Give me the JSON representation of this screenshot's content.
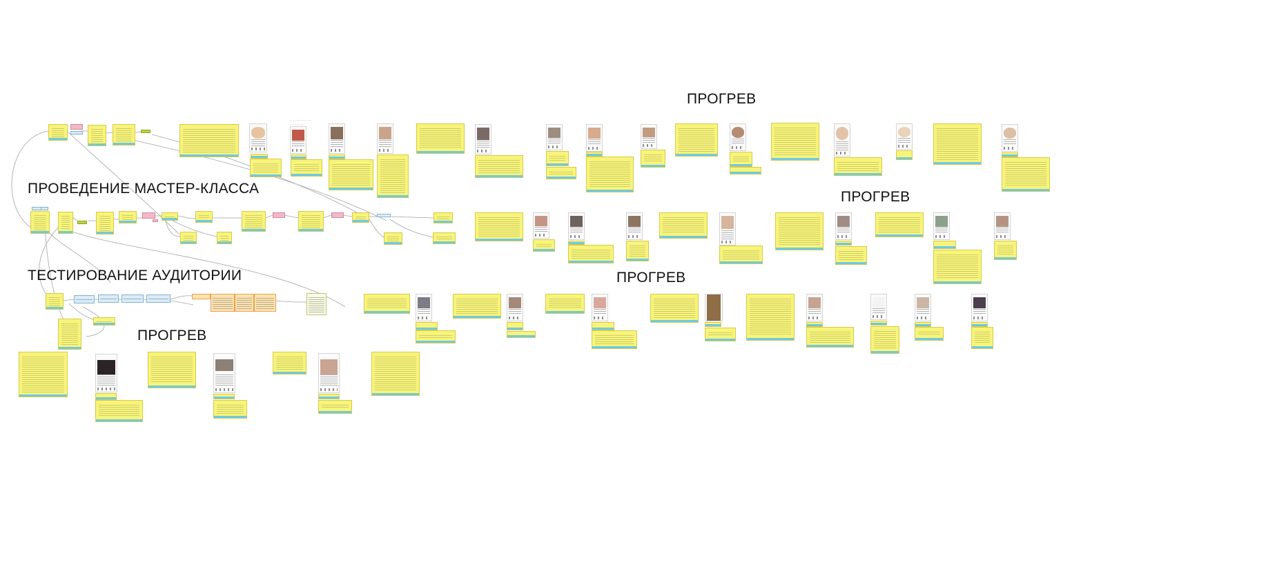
{
  "labels": {
    "progrev_1": "ПРОГРЕВ",
    "progrev_2": "ПРОГРЕВ",
    "progrev_3": "ПРОГРЕВ",
    "progrev_4": "ПРОГРЕВ",
    "master_class": "ПРОВЕДЕНИЕ МАСТЕР-КЛАССА",
    "audience_test": "ТЕСТИРОВАНИЕ АУДИТОРИИ"
  },
  "icons": [
    "post-photo-icon"
  ],
  "colors": {
    "sticky_note": "#f7f47a",
    "note_footer": "#6fc9e0",
    "pink_node": "#f3b8c6",
    "green_node": "#b6d43a",
    "connector": "#9a9a9a"
  }
}
